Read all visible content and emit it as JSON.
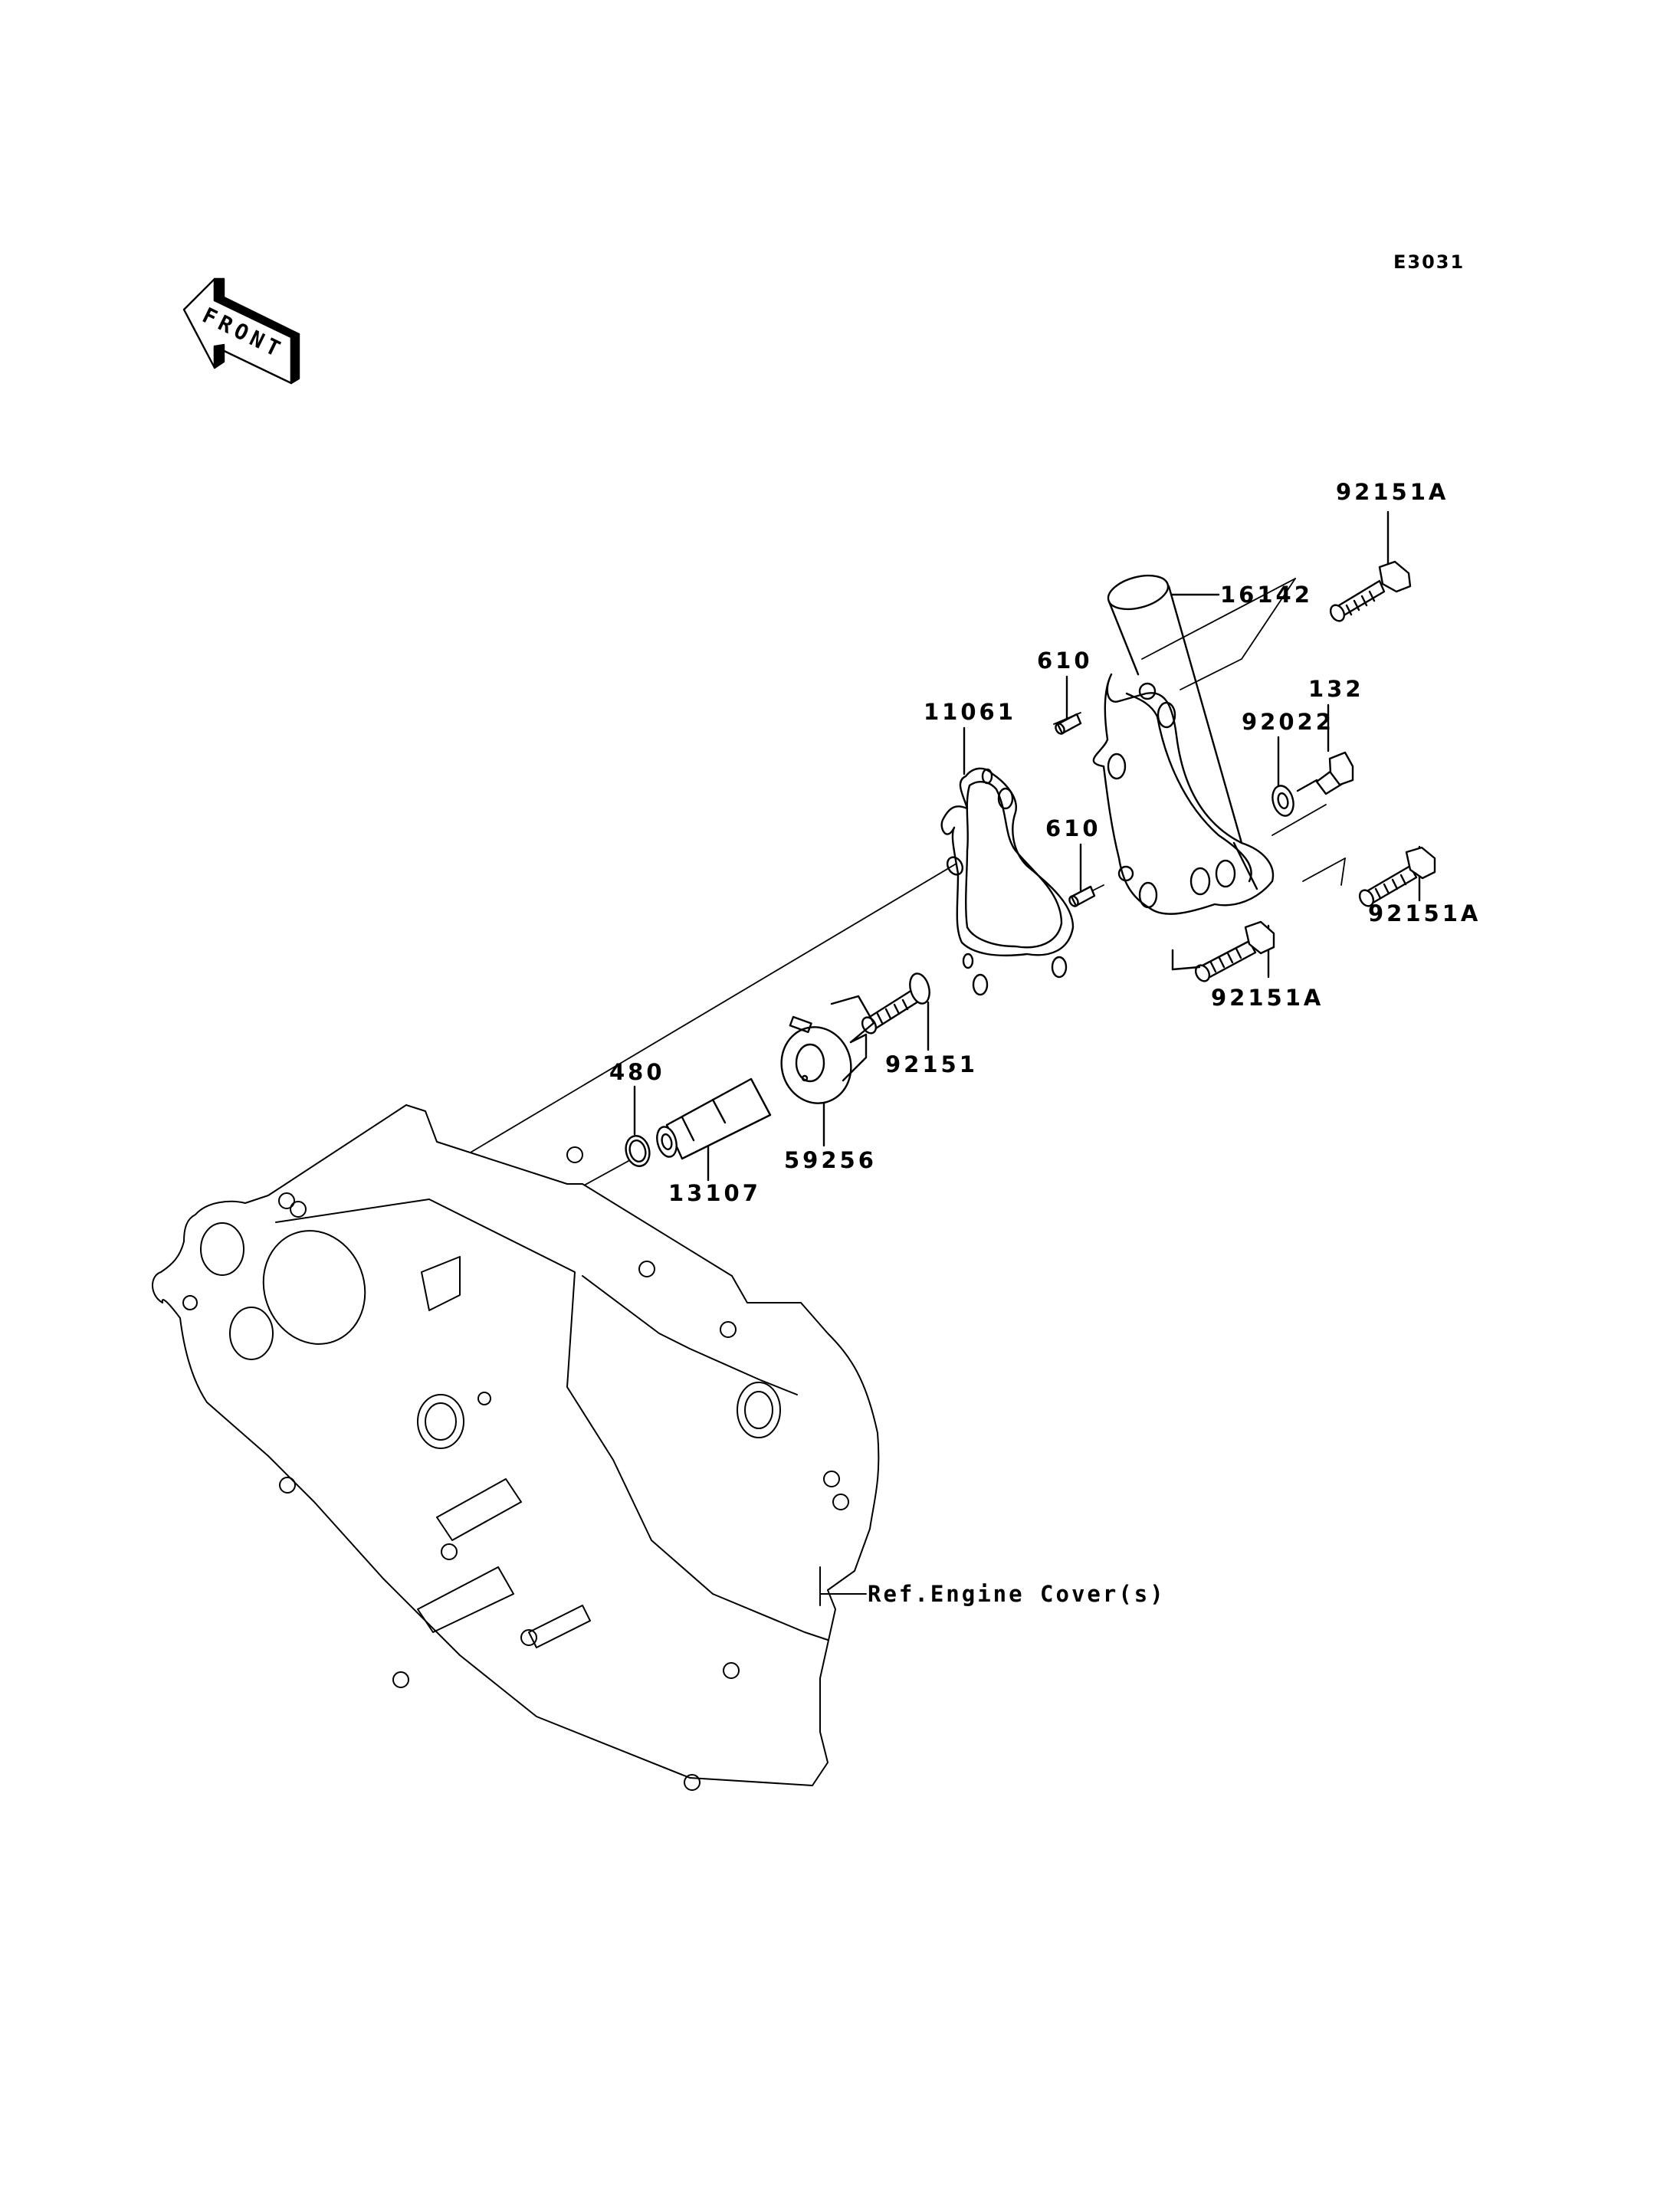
{
  "diagram": {
    "code": "E3031",
    "front_arrow_text": "FRONT",
    "reference_label": "Ref.Engine Cover(s)",
    "colors": {
      "line": "#000000",
      "background": "#ffffff"
    },
    "parts": [
      {
        "id": "bolt-top",
        "number": "92151A",
        "name": "bolt"
      },
      {
        "id": "pump-cover",
        "number": "16142",
        "name": "water pump cover"
      },
      {
        "id": "dowel-upper",
        "number": "610",
        "name": "dowel pin"
      },
      {
        "id": "gasket",
        "number": "11061",
        "name": "gasket"
      },
      {
        "id": "drain-bolt",
        "number": "132",
        "name": "drain bolt"
      },
      {
        "id": "washer",
        "number": "92022",
        "name": "washer"
      },
      {
        "id": "dowel-lower",
        "number": "610",
        "name": "dowel pin"
      },
      {
        "id": "bolt-right",
        "number": "92151A",
        "name": "bolt"
      },
      {
        "id": "bolt-bottom",
        "number": "92151A",
        "name": "bolt"
      },
      {
        "id": "impeller-bolt",
        "number": "92151",
        "name": "bolt"
      },
      {
        "id": "circlip",
        "number": "480",
        "name": "circlip"
      },
      {
        "id": "shaft",
        "number": "13107",
        "name": "shaft"
      },
      {
        "id": "impeller",
        "number": "59256",
        "name": "impeller"
      }
    ]
  }
}
